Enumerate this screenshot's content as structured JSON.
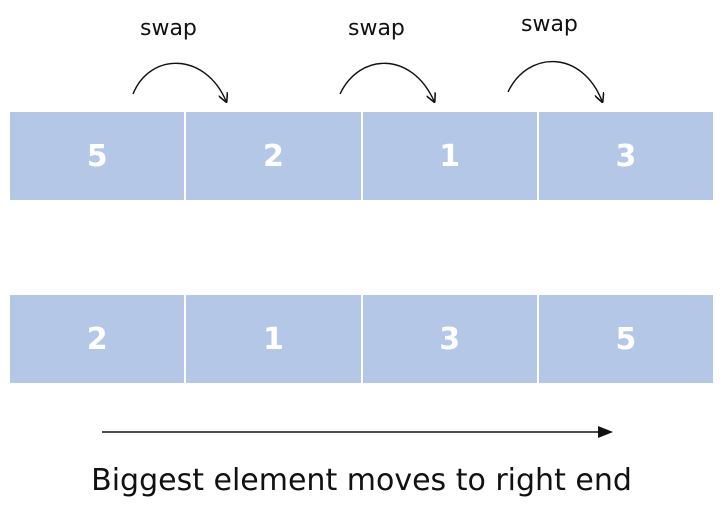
{
  "swap_labels": [
    "swap",
    "swap",
    "swap"
  ],
  "before": [
    "5",
    "2",
    "1",
    "3"
  ],
  "after": [
    "2",
    "1",
    "3",
    "5"
  ],
  "caption": "Biggest element moves to right end",
  "colors": {
    "cell_fill": "#b4c7e7",
    "cell_text": "#ffffff",
    "line": "#111111"
  }
}
